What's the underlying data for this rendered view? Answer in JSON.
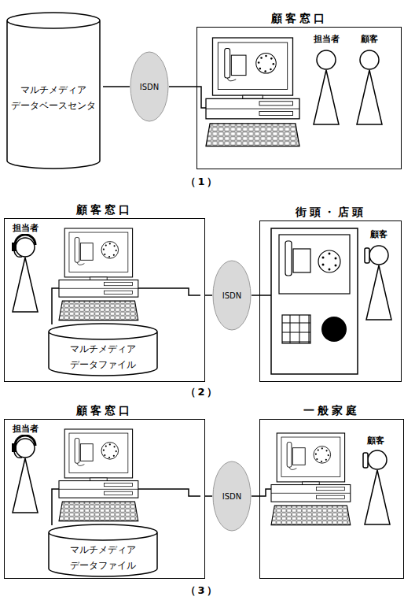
{
  "diagram": {
    "nodes": [
      {
        "text": [
          "マルチメディア データベースセンタ"
        ]
      },
      {
        "text": [
          "ISDN"
        ]
      },
      {
        "text": [
          "顧客窓口"
        ]
      },
      {
        "text": [
          "顧客窓口"
        ]
      },
      {
        "text": [
          "マルチメディア データファイル"
        ],
        "in": 3
      },
      {
        "text": [
          "ISDN"
        ]
      },
      {
        "text": [
          "街頭・店頭"
        ]
      },
      {
        "text": [
          "顧客窓口"
        ]
      },
      {
        "text": [
          "マルチメディア データファイル"
        ],
        "in": 7
      },
      {
        "text": [
          "ISDN"
        ]
      },
      {
        "text": [
          "一般家庭"
        ]
      }
    ],
    "edges": [
      {
        "from": 0,
        "to": 1,
        "arrow": "none"
      },
      {
        "from": 1,
        "to": 2,
        "arrow": "none"
      },
      {
        "from": 3,
        "to": 5,
        "arrow": "none"
      },
      {
        "from": 5,
        "to": 6,
        "arrow": "none"
      },
      {
        "from": 7,
        "to": 9,
        "arrow": "none"
      },
      {
        "from": 9,
        "to": 10,
        "arrow": "none"
      }
    ],
    "labels": [
      "担当者",
      "顧客",
      "（1）",
      "担当者",
      "顧客",
      "（2）",
      "担当者",
      "顧客",
      "（3）"
    ]
  }
}
